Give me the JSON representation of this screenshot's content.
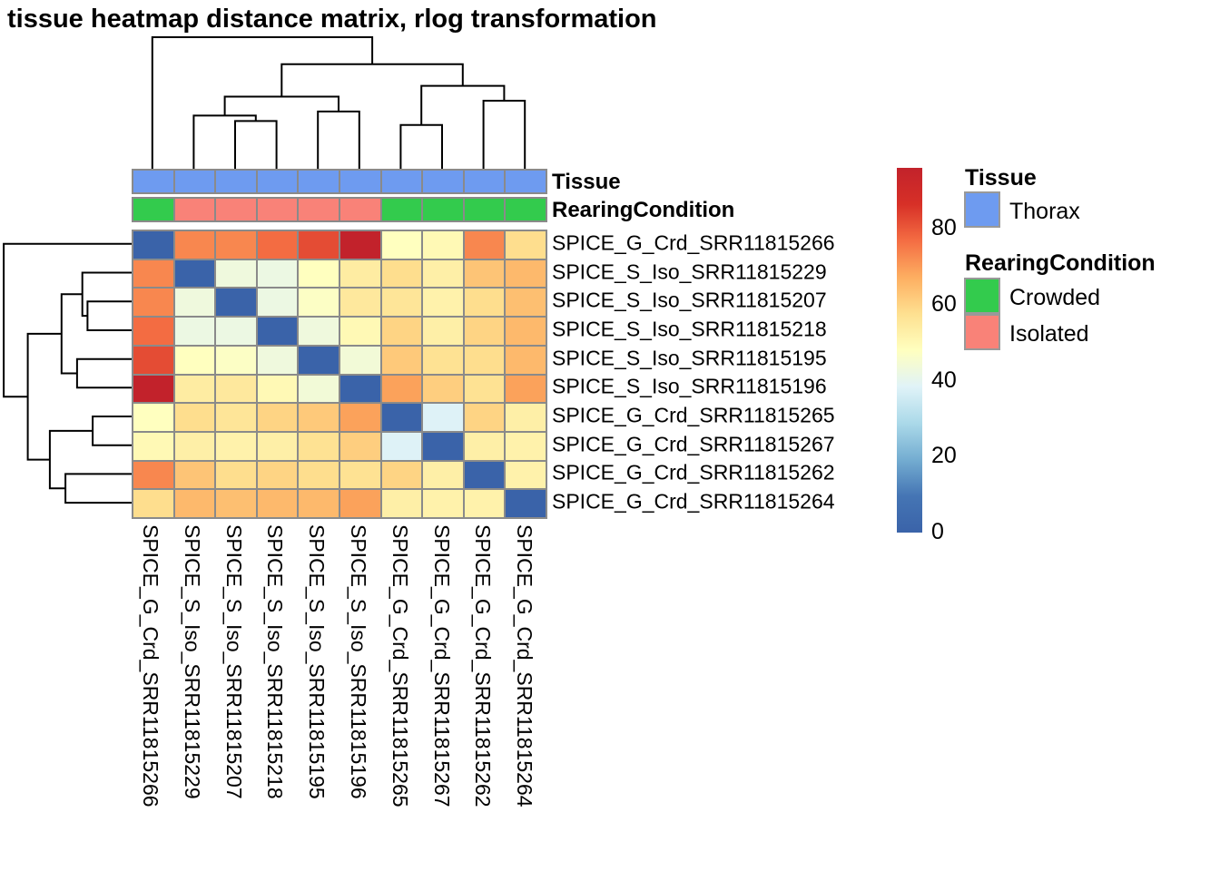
{
  "chart_data": {
    "type": "heatmap",
    "title": "tissue heatmap distance matrix, rlog transformation",
    "rows": [
      "SPICE_G_Crd_SRR11815266",
      "SPICE_S_Iso_SRR11815229",
      "SPICE_S_Iso_SRR11815207",
      "SPICE_S_Iso_SRR11815218",
      "SPICE_S_Iso_SRR11815195",
      "SPICE_S_Iso_SRR11815196",
      "SPICE_G_Crd_SRR11815265",
      "SPICE_G_Crd_SRR11815267",
      "SPICE_G_Crd_SRR11815262",
      "SPICE_G_Crd_SRR11815264"
    ],
    "columns": [
      "SPICE_G_Crd_SRR11815266",
      "SPICE_S_Iso_SRR11815229",
      "SPICE_S_Iso_SRR11815207",
      "SPICE_S_Iso_SRR11815218",
      "SPICE_S_Iso_SRR11815195",
      "SPICE_S_Iso_SRR11815196",
      "SPICE_G_Crd_SRR11815265",
      "SPICE_G_Crd_SRR11815267",
      "SPICE_G_Crd_SRR11815262",
      "SPICE_G_Crd_SRR11815264"
    ],
    "matrix": [
      [
        0,
        73,
        73,
        77,
        82,
        96,
        48,
        50,
        73,
        58
      ],
      [
        73,
        0,
        43,
        42,
        48,
        54,
        58,
        53,
        63,
        65
      ],
      [
        73,
        43,
        0,
        42,
        47,
        55,
        56,
        52,
        58,
        64
      ],
      [
        77,
        42,
        42,
        0,
        43,
        50,
        60,
        53,
        60,
        65
      ],
      [
        82,
        48,
        47,
        43,
        0,
        44,
        62,
        57,
        58,
        65
      ],
      [
        96,
        54,
        55,
        50,
        44,
        0,
        69,
        61,
        57,
        69
      ],
      [
        48,
        58,
        56,
        60,
        62,
        69,
        0,
        38,
        60,
        53
      ],
      [
        50,
        53,
        52,
        53,
        57,
        61,
        38,
        0,
        53,
        52
      ],
      [
        73,
        63,
        58,
        60,
        58,
        57,
        60,
        53,
        0,
        52
      ],
      [
        58,
        65,
        64,
        65,
        65,
        69,
        53,
        52,
        52,
        0
      ]
    ],
    "scale": {
      "min": 0,
      "max": 96,
      "ticks": [
        0,
        20,
        40,
        60,
        80
      ]
    },
    "colormap": [
      "#3A63A9",
      "#4575B4",
      "#74ADD1",
      "#ABD9E9",
      "#E0F3F8",
      "#FFFFBF",
      "#FEE090",
      "#FDAE61",
      "#F46D43",
      "#D73027",
      "#C2222B"
    ],
    "grid_color": "#8a8a8a",
    "annotation_rows": [
      {
        "label": "Tissue",
        "values": [
          "Thorax",
          "Thorax",
          "Thorax",
          "Thorax",
          "Thorax",
          "Thorax",
          "Thorax",
          "Thorax",
          "Thorax",
          "Thorax"
        ]
      },
      {
        "label": "RearingCondition",
        "values": [
          "Crowded",
          "Isolated",
          "Isolated",
          "Isolated",
          "Isolated",
          "Isolated",
          "Crowded",
          "Crowded",
          "Crowded",
          "Crowded"
        ]
      }
    ],
    "annotation_colors": {
      "Thorax": "#6E9BF0",
      "Crowded": "#33CB4D",
      "Isolated": "#F98278"
    },
    "col_dendrogram": {
      "merges": [
        [
          "L2",
          "L3",
          0.36
        ],
        [
          "L1",
          "N0",
          0.4
        ],
        [
          "L4",
          "L5",
          0.43
        ],
        [
          "N1",
          "N2",
          0.54
        ],
        [
          "L6",
          "L7",
          0.33
        ],
        [
          "L8",
          "L9",
          0.51
        ],
        [
          "N4",
          "N5",
          0.62
        ],
        [
          "N3",
          "N6",
          0.78
        ],
        [
          "L0",
          "N7",
          0.98
        ]
      ]
    },
    "row_dendrogram": {
      "merges": [
        [
          "L2",
          "L3",
          0.34
        ],
        [
          "L1",
          "N0",
          0.38
        ],
        [
          "L4",
          "L5",
          0.42
        ],
        [
          "N1",
          "N2",
          0.54
        ],
        [
          "L6",
          "L7",
          0.3
        ],
        [
          "L8",
          "L9",
          0.51
        ],
        [
          "N4",
          "N5",
          0.63
        ],
        [
          "N3",
          "N6",
          0.8
        ],
        [
          "L0",
          "N7",
          0.985
        ]
      ]
    },
    "legend": {
      "tissue": {
        "title": "Tissue",
        "items": [
          {
            "label": "Thorax",
            "color": "#6E9BF0"
          }
        ]
      },
      "rearing": {
        "title": "RearingCondition",
        "items": [
          {
            "label": "Crowded",
            "color": "#33CB4D"
          },
          {
            "label": "Isolated",
            "color": "#F98278"
          }
        ]
      },
      "legend_position": "right"
    }
  }
}
